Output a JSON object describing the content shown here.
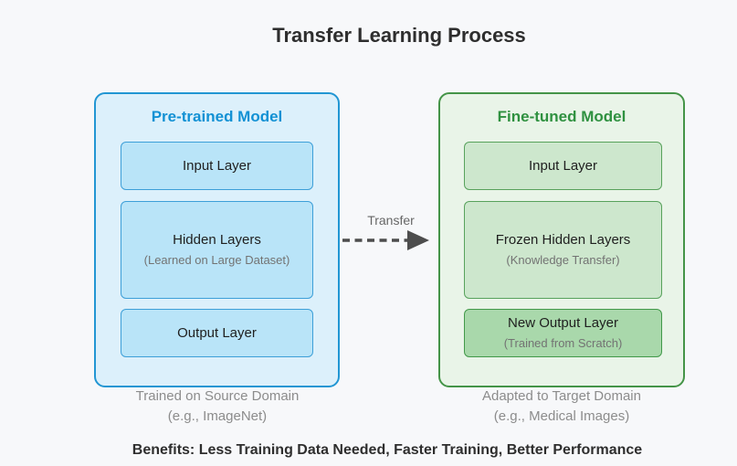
{
  "title": "Transfer Learning Process",
  "transfer_arrow": {
    "label": "Transfer"
  },
  "pretrained_model": {
    "title": "Pre-trained Model",
    "layers": [
      {
        "label": "Input Layer"
      },
      {
        "label": "Hidden Layers",
        "sublabel": "(Learned on Large Dataset)"
      },
      {
        "label": "Output Layer"
      }
    ],
    "caption": {
      "line1": "Trained on Source Domain",
      "line2": "(e.g., ImageNet)"
    }
  },
  "finetuned_model": {
    "title": "Fine-tuned Model",
    "layers": [
      {
        "label": "Input Layer"
      },
      {
        "label": "Frozen Hidden Layers",
        "sublabel": "(Knowledge Transfer)"
      },
      {
        "label": "New Output Layer",
        "sublabel": "(Trained from Scratch)"
      }
    ],
    "caption": {
      "line1": "Adapted to Target Domain",
      "line2": "(e.g., Medical Images)"
    }
  },
  "benefits": "Benefits: Less Training Data Needed, Faster Training, Better Performance",
  "colors": {
    "page-bg": "#f7f8fa",
    "title-color": "#2e2e2e",
    "blue-fill": "#dcf0fb",
    "blue-border": "#2196d3",
    "blue-node": "#b9e4f8",
    "blue-node-border": "#3d9fd8",
    "blue-title": "#1291d4",
    "green-fill": "#e9f4e8",
    "green-border": "#449447",
    "green-node": "#cde7cd",
    "green-node-border": "#58a25c",
    "green-node-dark": "#a9d8ab",
    "green-node-dark-border": "#42994a",
    "green-title": "#2f9140",
    "node-text": "#1f1f1f",
    "subtext": "#737373",
    "caption-text": "#8c8c8c",
    "arrow-color": "#4d4d4d"
  }
}
